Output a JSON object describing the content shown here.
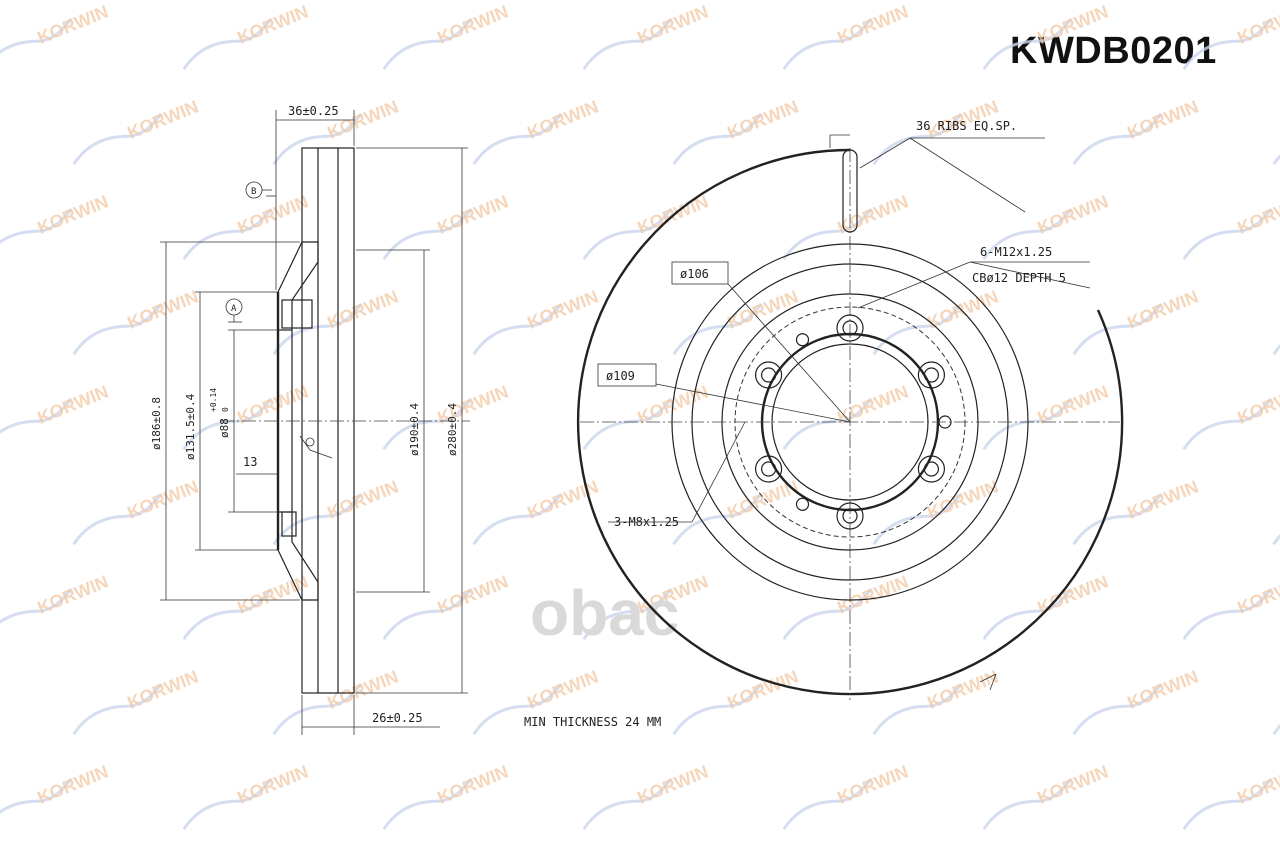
{
  "part_code": "KWDB0201",
  "watermark": {
    "text": "KORWIN",
    "brand": "obac"
  },
  "side_view": {
    "dimensions": {
      "overall_width": "36±0.25",
      "thickness": "26±0.25",
      "dia_186": "ø186±0.8",
      "dia_131": "ø131.5±0.4",
      "dia_88": "ø88",
      "dia_88_tol_upper": "+0.14",
      "dia_88_tol_lower": "0",
      "dia_190": "ø190±0.4",
      "dia_280": "ø280±0.4",
      "offset_13": "13"
    },
    "datum_a": "A",
    "datum_b": "B"
  },
  "front_view": {
    "ribs": "36 RIBS EQ.SP.",
    "bolt_holes": "6-M12x1.25",
    "counterbore": "CBø12 DEPTH 5",
    "dia_106": "ø106",
    "dia_109": "ø109",
    "small_holes": "3-M8x1.25"
  },
  "note": "MIN THICKNESS 24 MM"
}
